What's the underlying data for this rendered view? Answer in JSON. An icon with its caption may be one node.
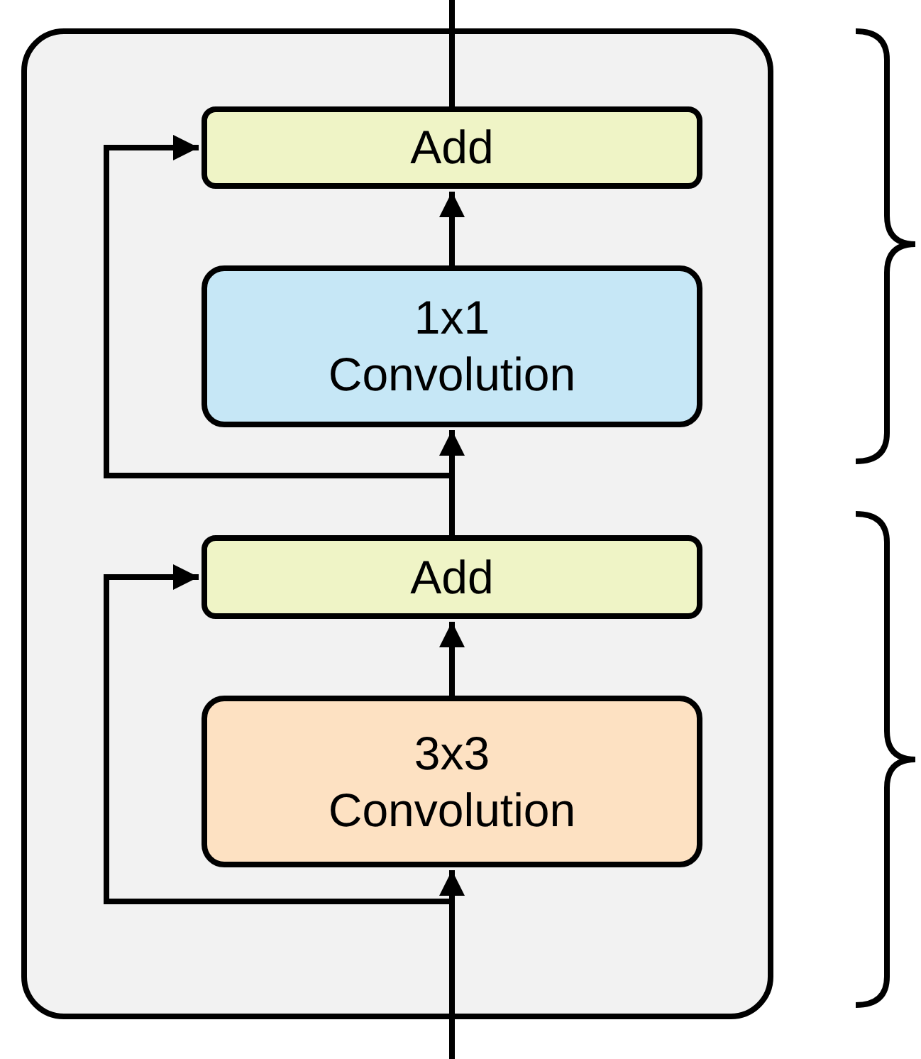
{
  "diagram": {
    "nodes": [
      {
        "text": [],
        "shape": "box"
      },
      {
        "text": [
          "Add"
        ],
        "in": 0
      },
      {
        "text": [
          "1x1 Convolution"
        ],
        "in": 0
      },
      {
        "text": [
          "Add"
        ],
        "in": 0
      },
      {
        "text": [
          "3x3 Convolution"
        ],
        "in": 0
      }
    ],
    "edges": [
      {
        "from": null,
        "to": 4,
        "arrow": "to"
      },
      {
        "from": null,
        "to": 3,
        "arrow": "to"
      },
      {
        "from": 4,
        "to": 3,
        "arrow": "to"
      },
      {
        "from": 3,
        "to": 2,
        "arrow": "to"
      },
      {
        "from": 3,
        "to": 1,
        "arrow": "to"
      },
      {
        "from": 2,
        "to": 1,
        "arrow": "to"
      },
      {
        "from": 1,
        "to": null,
        "arrow": "none"
      }
    ]
  }
}
